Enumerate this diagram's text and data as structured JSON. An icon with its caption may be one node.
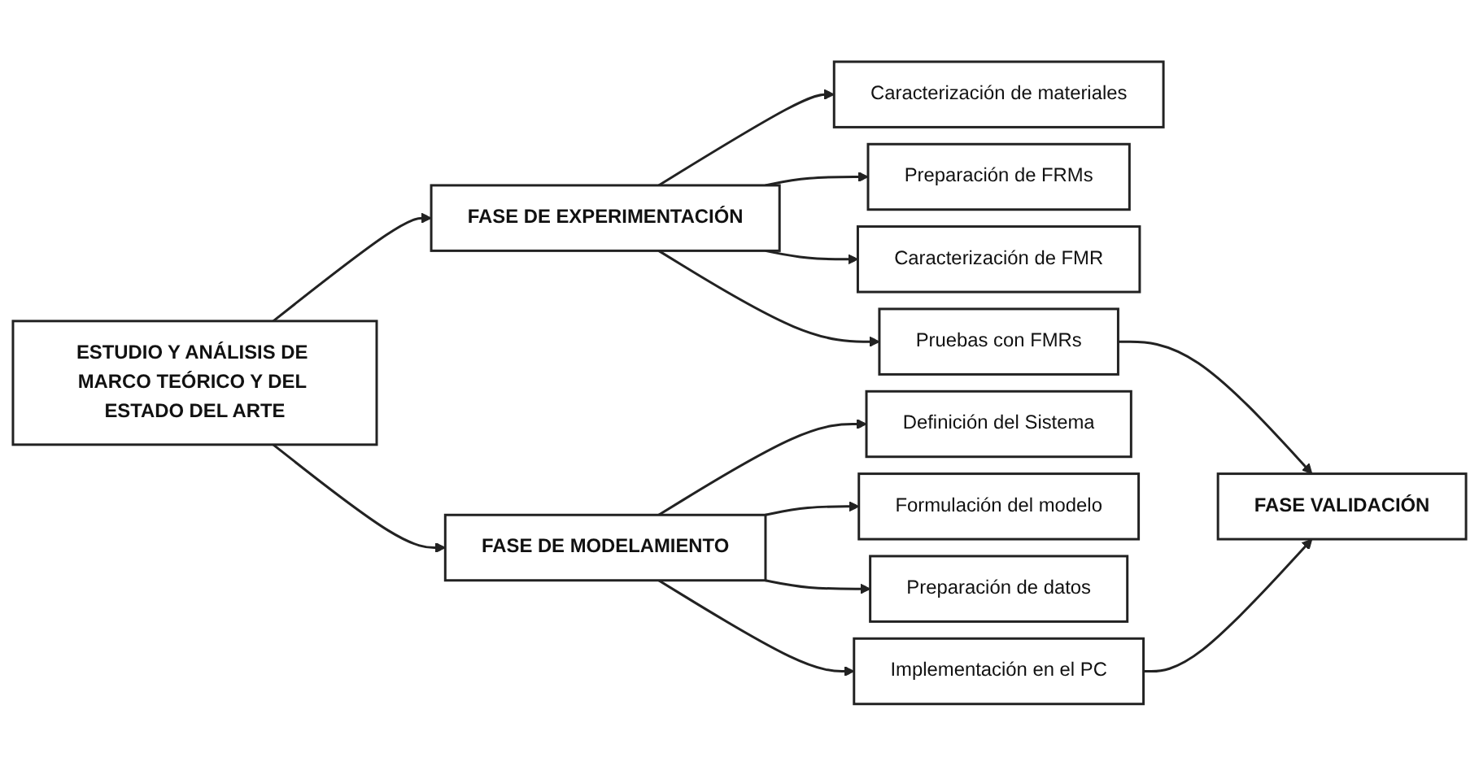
{
  "diagram": {
    "nodes": [
      {
        "text": [
          "ESTUDIO Y ANÁLISIS DE MARCO TEÓRICO Y DEL ESTADO DEL ARTE"
        ]
      },
      {
        "text": [
          "FASE DE EXPERIMENTACIÓN"
        ]
      },
      {
        "text": [
          "FASE DE MODELAMIENTO"
        ]
      },
      {
        "text": [
          "Caracterización de materiales"
        ]
      },
      {
        "text": [
          "Definición del Sistema"
        ]
      },
      {
        "text": [
          "Preparación de FRMs"
        ]
      },
      {
        "text": [
          "Formulación del modelo"
        ]
      },
      {
        "text": [
          "Caracterización de FMR"
        ]
      },
      {
        "text": [
          "Preparación de datos"
        ]
      },
      {
        "text": [
          "Pruebas con FMRs"
        ]
      },
      {
        "text": [
          "Implementación en el PC"
        ]
      },
      {
        "text": [
          "FASE VALIDACIÓN"
        ]
      }
    ],
    "edges": [
      {
        "from": 0,
        "to": 1,
        "arrow": "to"
      },
      {
        "from": 0,
        "to": 2,
        "arrow": "to"
      },
      {
        "from": 1,
        "to": 3,
        "arrow": "to"
      },
      {
        "from": 1,
        "to": 5,
        "arrow": "to"
      },
      {
        "from": 1,
        "to": 7,
        "arrow": "to"
      },
      {
        "from": 1,
        "to": 9,
        "arrow": "to"
      },
      {
        "from": 2,
        "to": 4,
        "arrow": "to"
      },
      {
        "from": 2,
        "to": 6,
        "arrow": "to"
      },
      {
        "from": 2,
        "to": 8,
        "arrow": "to"
      },
      {
        "from": 2,
        "to": 10,
        "arrow": "to"
      },
      {
        "from": 9,
        "to": 11,
        "arrow": "to"
      },
      {
        "from": 10,
        "to": 11,
        "arrow": "to"
      }
    ]
  }
}
